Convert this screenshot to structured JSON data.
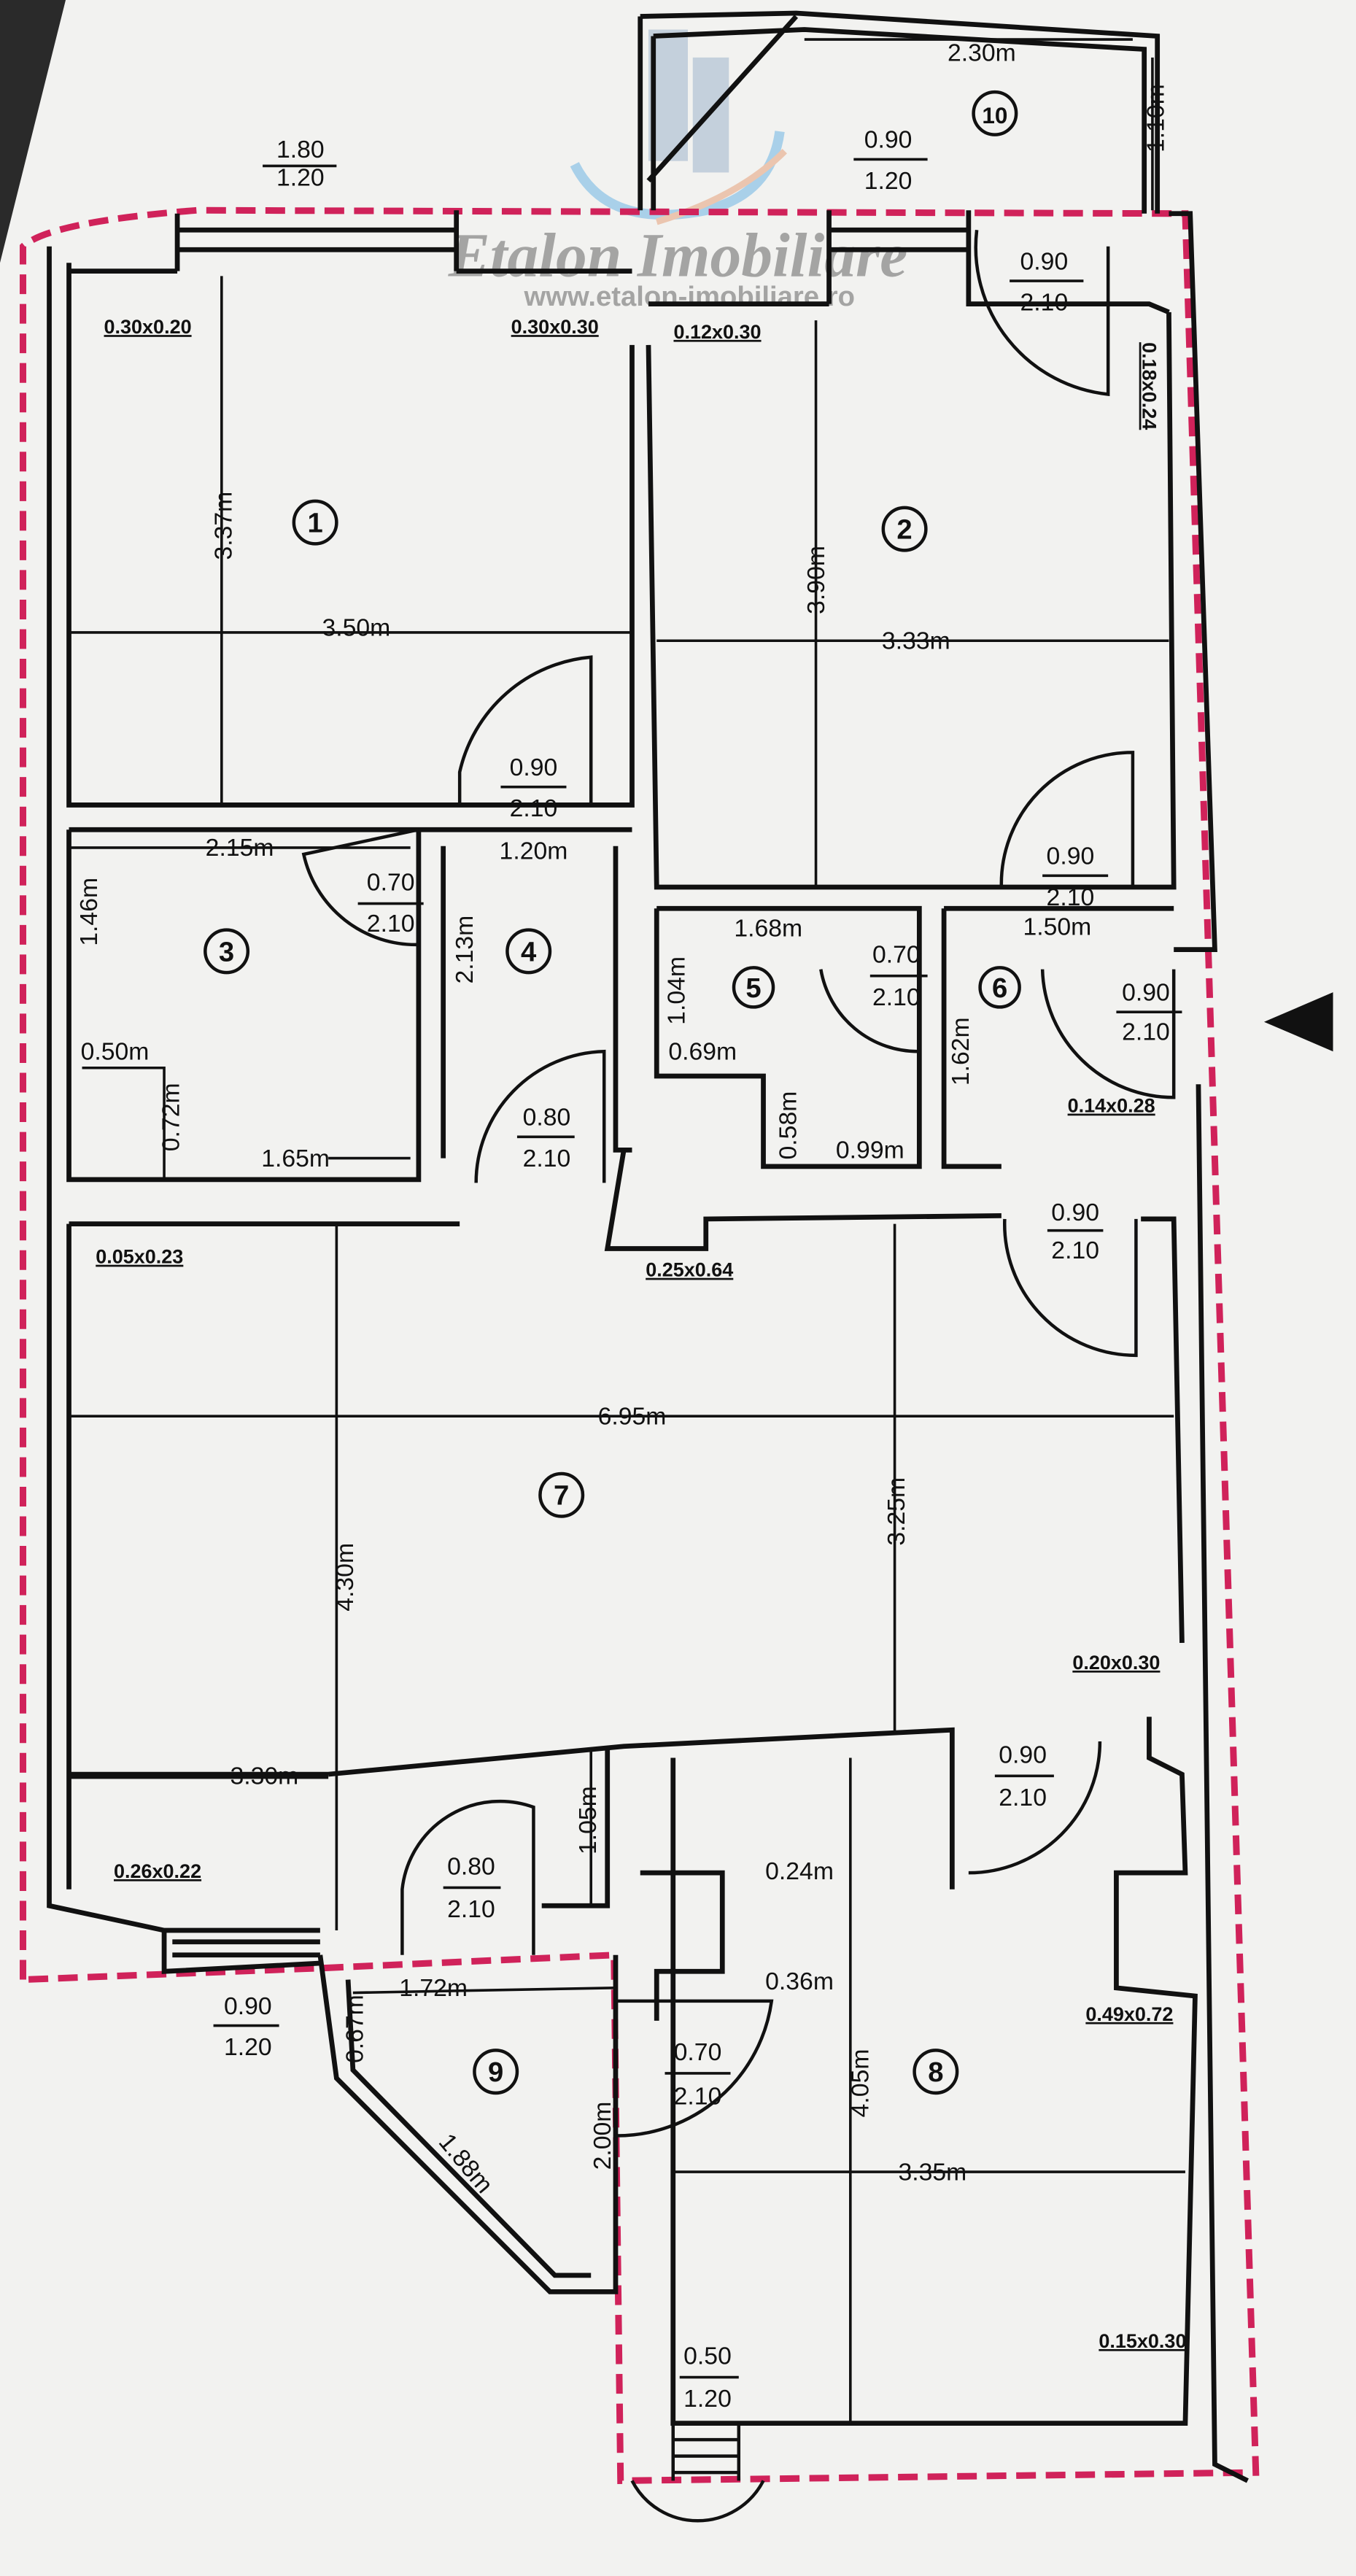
{
  "watermark": {
    "brand": "Etalon Imobiliare",
    "url": "www.etalon-imobiliare.ro"
  },
  "rooms": [
    "1",
    "2",
    "3",
    "4",
    "5",
    "6",
    "7",
    "8",
    "9",
    "10"
  ],
  "dims": {
    "d2_30": "2.30m",
    "d1_10": "1.10m",
    "d3_37": "3.37m",
    "d3_50": "3.50m",
    "d3_90": "3.90m",
    "d3_33": "3.33m",
    "d2_15": "2.15m",
    "d1_20": "1.20m",
    "d1_46": "1.46m",
    "d0_50": "0.50m",
    "d0_72": "0.72m",
    "d1_65": "1.65m",
    "d2_13": "2.13m",
    "d1_68": "1.68m",
    "d1_50": "1.50m",
    "d1_04": "1.04m",
    "d0_69": "0.69m",
    "d0_58": "0.58m",
    "d0_99": "0.99m",
    "d1_62": "1.62m",
    "d6_95": "6.95m",
    "d3_25": "3.25m",
    "d4_30": "4.30m",
    "d3_30": "3.30m",
    "d1_05": "1.05m",
    "d0_24": "0.24m",
    "d0_36": "0.36m",
    "d0_67": "0.67m",
    "d1_72": "1.72m",
    "d4_05": "4.05m",
    "d2_00": "2.00m",
    "d1_88": "1.88m",
    "d3_35": "3.35m"
  },
  "columns": {
    "c1": "0.30x0.20",
    "c2": "0.30x0.30",
    "c3": "0.12x0.30",
    "c4": "0.18x0.24",
    "c5": "0.14x0.28",
    "c6": "0.05x0.23",
    "c7": "0.25x0.64",
    "c8": "0.20x0.30",
    "c9": "0.26x0.22",
    "c10": "0.49x0.72",
    "c11": "0.15x0.30"
  },
  "openings": [
    {
      "w": "1.80",
      "h": "1.20"
    },
    {
      "w": "0.90",
      "h": "1.20"
    },
    {
      "w": "0.90",
      "h": "2.10"
    },
    {
      "w": "0.90",
      "h": "2.10"
    },
    {
      "w": "0.70",
      "h": "2.10"
    },
    {
      "w": "0.90",
      "h": "2.10"
    },
    {
      "w": "0.70",
      "h": "2.10"
    },
    {
      "w": "0.90",
      "h": "2.10"
    },
    {
      "w": "0.80",
      "h": "2.10"
    },
    {
      "w": "0.90",
      "h": "2.10"
    },
    {
      "w": "0.90",
      "h": "2.10"
    },
    {
      "w": "0.80",
      "h": "2.10"
    },
    {
      "w": "0.90",
      "h": "1.20"
    },
    {
      "w": "0.70",
      "h": "2.10"
    },
    {
      "w": "0.50",
      "h": "1.20"
    }
  ],
  "colors": {
    "walls": "#111111",
    "boundary": "#d0225a",
    "paper": "#f2f2f0"
  }
}
